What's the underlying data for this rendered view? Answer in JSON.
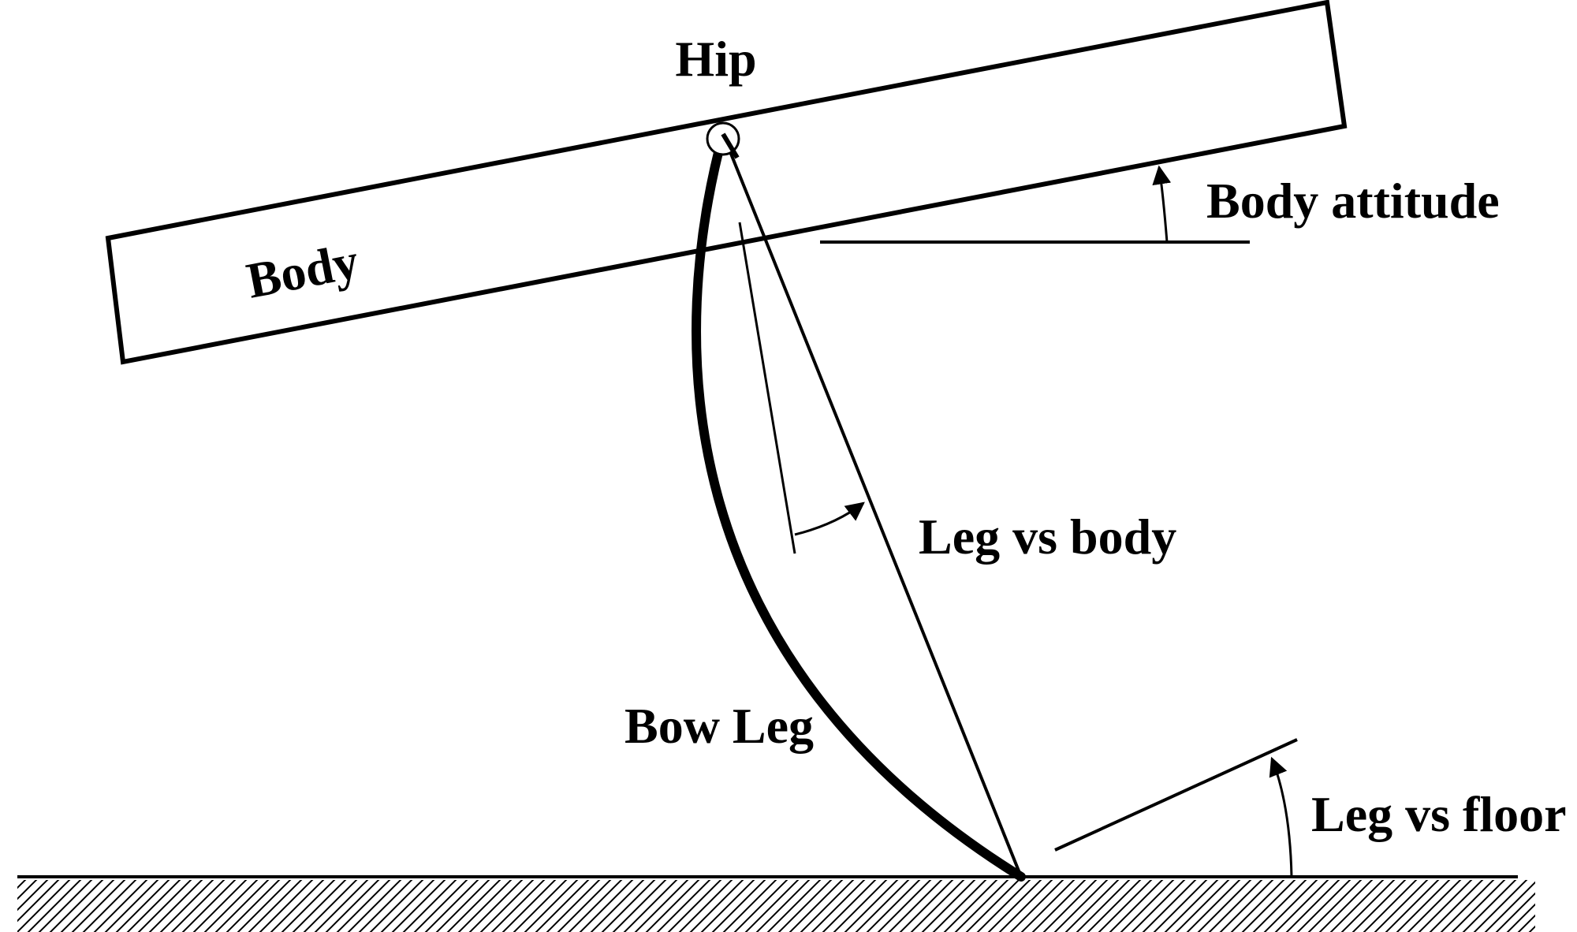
{
  "labels": {
    "hip": "Hip",
    "body": "Body",
    "body_attitude": "Body attitude",
    "leg_vs_body": "Leg vs body",
    "bow_leg": "Bow Leg",
    "leg_vs_floor": "Leg vs floor"
  },
  "colors": {
    "ink": "#000000",
    "background": "#ffffff"
  }
}
